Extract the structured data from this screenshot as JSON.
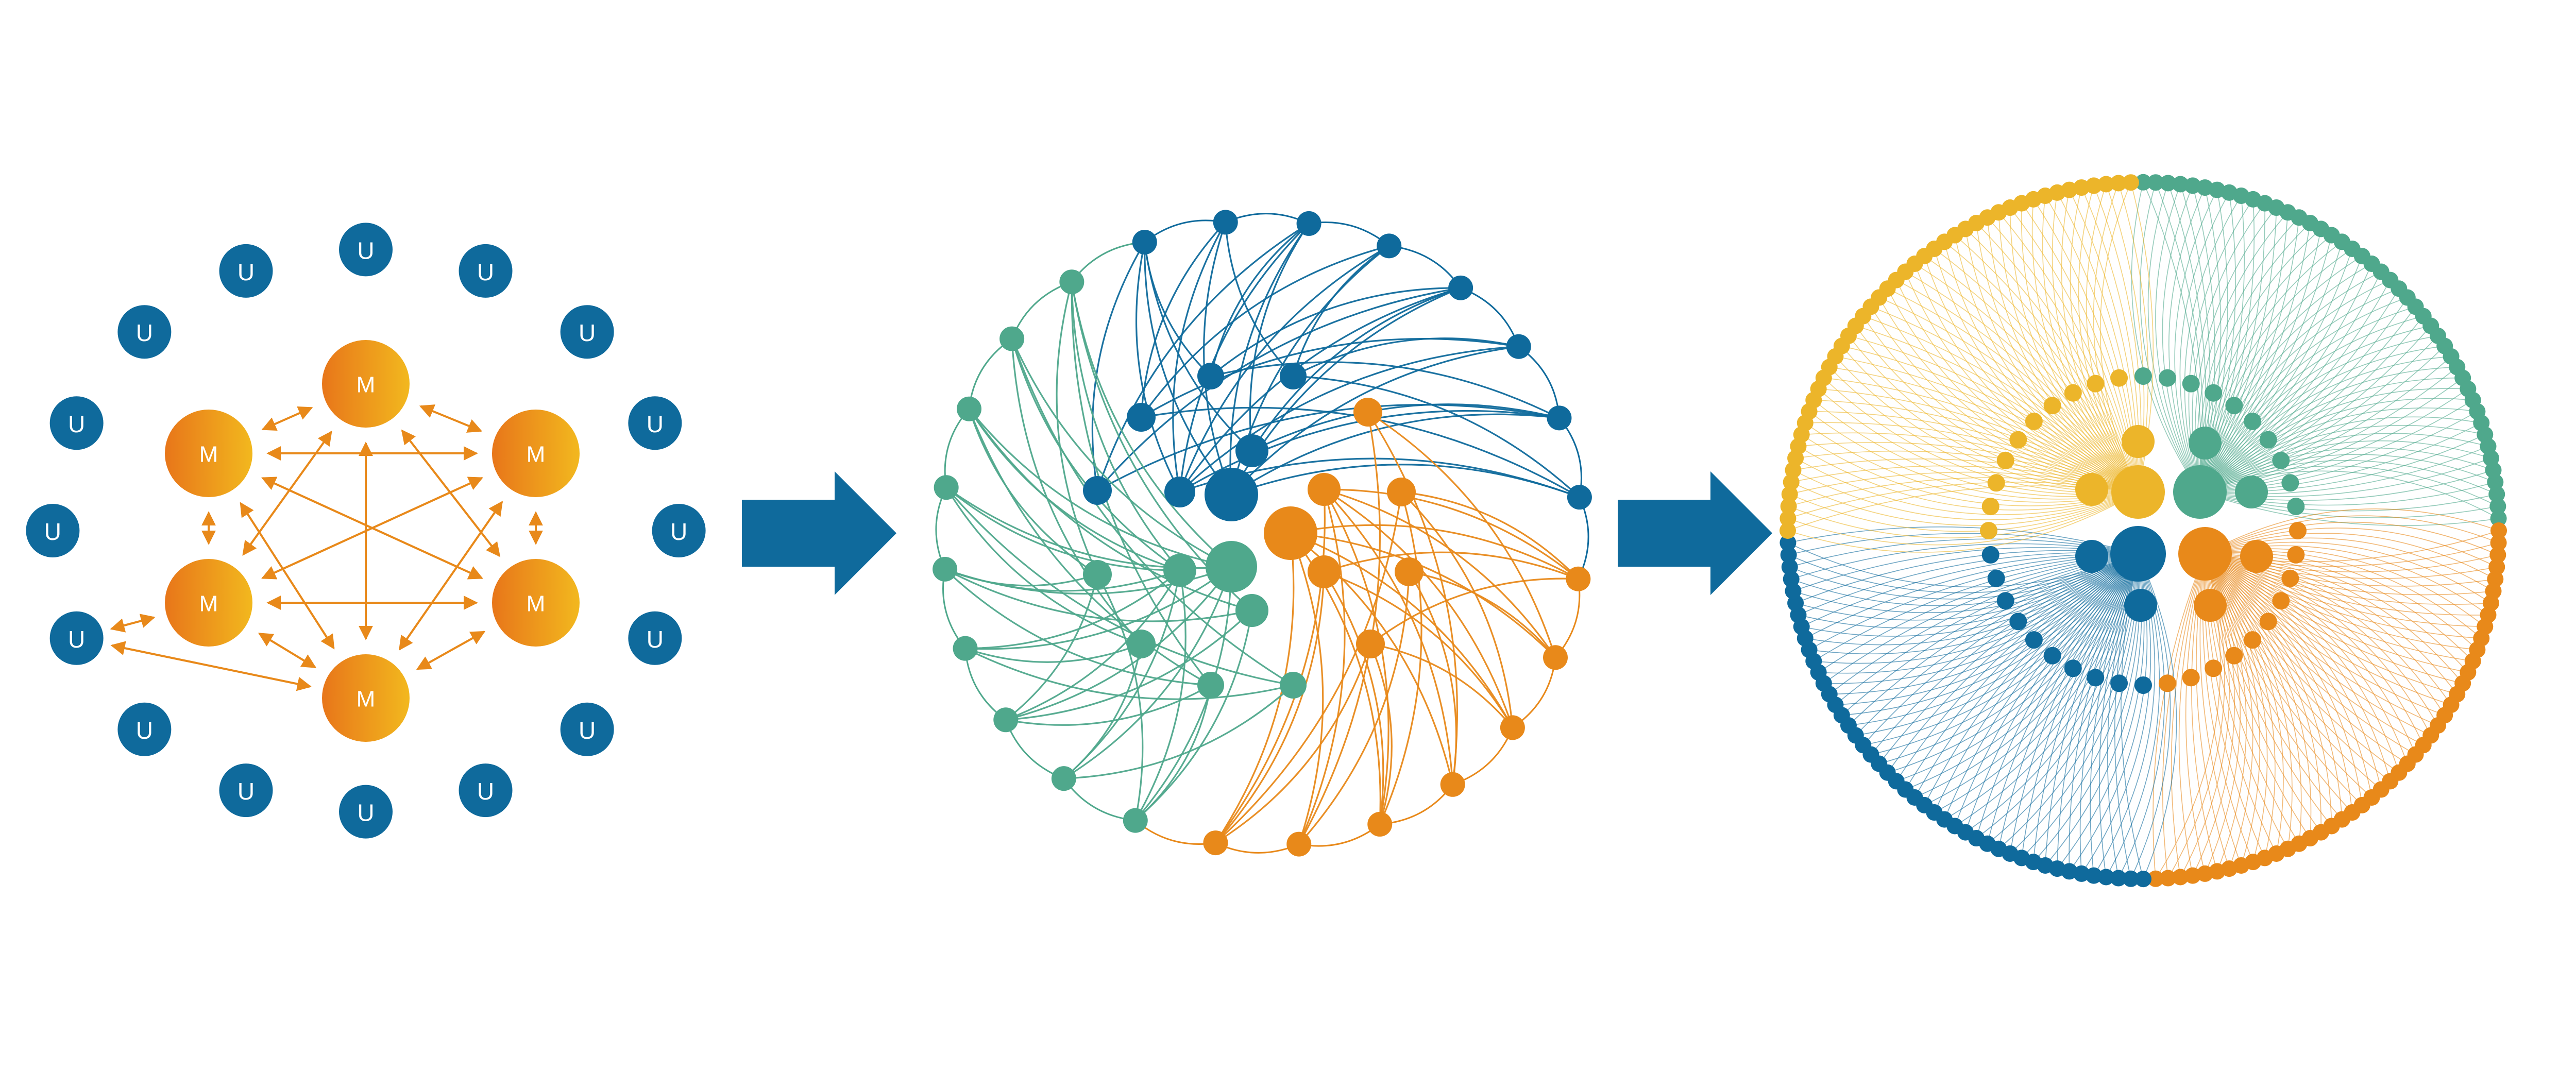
{
  "colors": {
    "blue": "#0f6a9c",
    "orange": "#e8891a",
    "orange_light": "#f2b01e",
    "green": "#4fa88c",
    "yellow": "#ecb52a",
    "background": "#ffffff"
  },
  "panel1": {
    "user_label": "U",
    "manager_label": "M",
    "user_count": 16,
    "manager_count": 6
  },
  "arrows": [
    {
      "icon": "right-arrow-icon"
    },
    {
      "icon": "right-arrow-icon"
    }
  ],
  "panel2": {
    "groups": [
      "blue",
      "orange",
      "green"
    ]
  },
  "panel3": {
    "groups": [
      "blue",
      "orange",
      "green",
      "yellow"
    ]
  }
}
